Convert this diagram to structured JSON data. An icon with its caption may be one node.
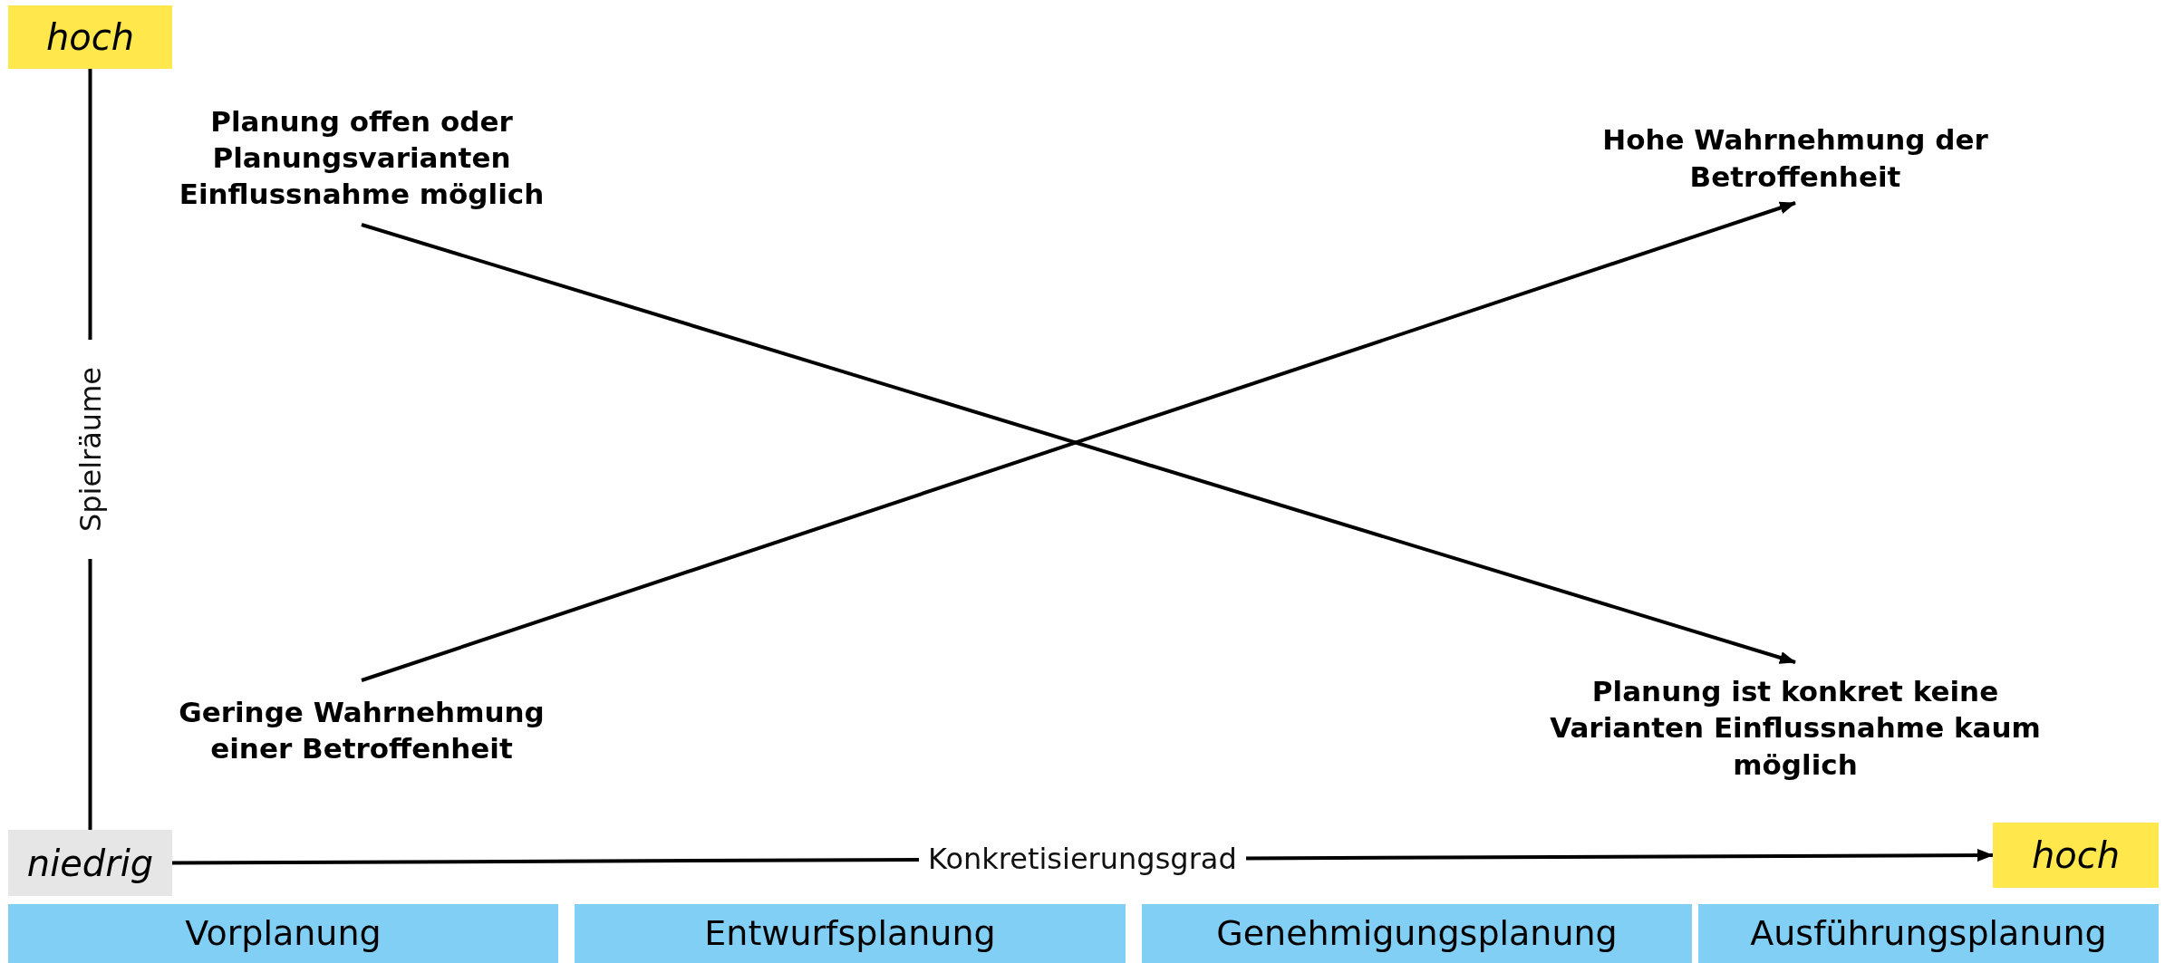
{
  "diagram": {
    "nodes": [
      {
        "text": [
          "hoch"
        ]
      },
      {
        "text": [
          "Planung offen oder Planungsvarianten Einflussnahme möglich"
        ]
      },
      {
        "text": [
          "Hohe Wahrnehmung der Betroffenheit"
        ]
      },
      {
        "text": [
          "Geringe Wahrnehmung einer Betroffenheit"
        ]
      },
      {
        "text": [
          "Planung ist konkret keine Varianten Einflussnahme kaum möglich"
        ]
      },
      {
        "text": [
          "niedrig"
        ]
      },
      {
        "text": [
          "hoch"
        ]
      },
      {
        "text": [
          "Vorplanung"
        ]
      },
      {
        "text": [
          "Entwurfsplanung"
        ]
      },
      {
        "text": [
          "Genehmigungsplanung"
        ]
      },
      {
        "text": [
          "Ausführungsplanung"
        ]
      }
    ],
    "edges": [
      {
        "from": 1,
        "to": 4,
        "arrow": "to"
      },
      {
        "from": 3,
        "to": 2,
        "arrow": "to"
      },
      {
        "from": 0,
        "to": 5,
        "arrow": "none",
        "label": "Spielräume"
      },
      {
        "from": 5,
        "to": 6,
        "arrow": "to",
        "label": "Konkretisierungsgrad"
      }
    ]
  }
}
